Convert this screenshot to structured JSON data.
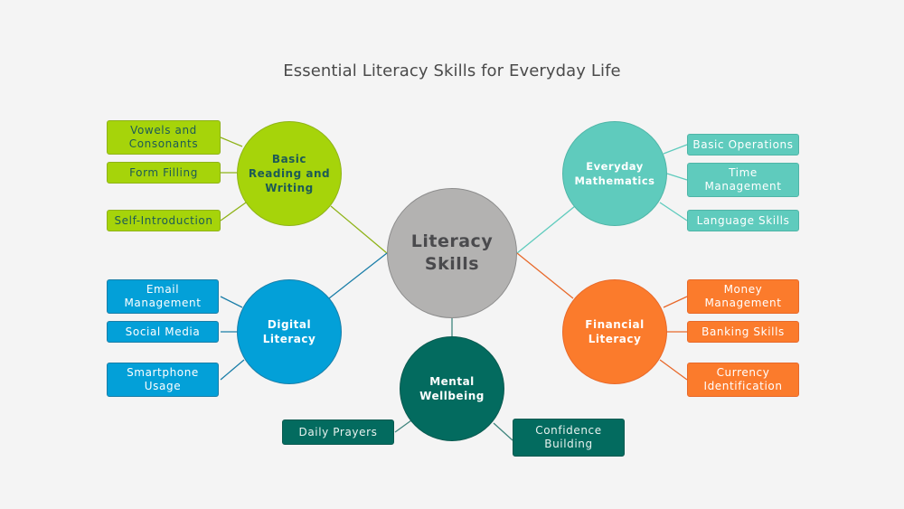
{
  "title": "Essential Literacy Skills for Everyday Life",
  "center": {
    "label": "Literacy\nSkills",
    "color": "#b3b2b1",
    "text_color": "#4a4a4d",
    "border": "#8d8d8d"
  },
  "branches": [
    {
      "id": "basic-reading-writing",
      "label": "Basic\nReading and\nWriting",
      "color": "#a6d40a",
      "text_color": "#1d5a56",
      "leaves": [
        "Vowels and\nConsonants",
        "Form Filling",
        "Self-Introduction"
      ]
    },
    {
      "id": "everyday-mathematics",
      "label": "Everyday\nMathematics",
      "color": "#5fcbbd",
      "text_color": "#ffffff",
      "leaves": [
        "Basic Operations",
        "Time\nManagement",
        "Language Skills"
      ]
    },
    {
      "id": "digital-literacy",
      "label": "Digital\nLiteracy",
      "color": "#03a0d8",
      "text_color": "#ffffff",
      "leaves": [
        "Email\nManagement",
        "Social Media",
        "Smartphone\nUsage"
      ]
    },
    {
      "id": "financial-literacy",
      "label": "Financial\nLiteracy",
      "color": "#fb7b2c",
      "text_color": "#ffffff",
      "leaves": [
        "Money\nManagement",
        "Banking Skills",
        "Currency\nIdentification"
      ]
    },
    {
      "id": "mental-wellbeing",
      "label": "Mental\nWellbeing",
      "color": "#036b5f",
      "text_color": "#ffffff",
      "leaves": [
        "Daily Prayers",
        "Confidence\nBuilding"
      ]
    }
  ]
}
